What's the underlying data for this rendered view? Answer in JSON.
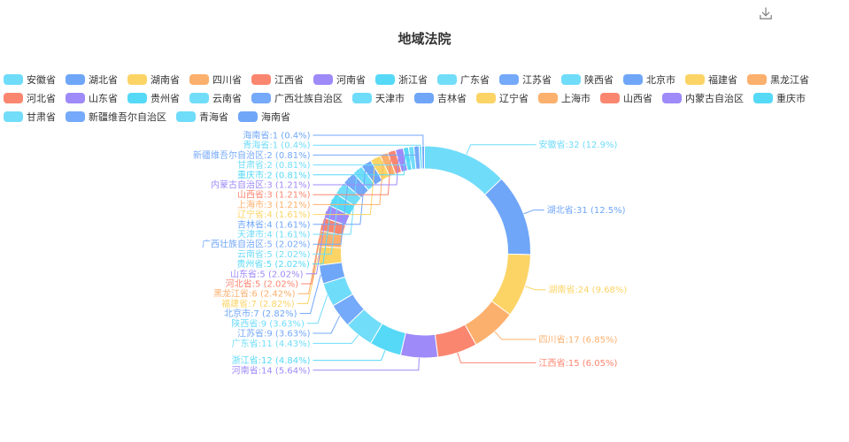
{
  "icons": {
    "download": "download-icon"
  },
  "chart_data": {
    "type": "pie",
    "donut": true,
    "title": "地域法院",
    "legend_position": "top",
    "palette": [
      "#6fdcfa",
      "#6fa6f8",
      "#fcd466",
      "#fcb06d",
      "#fb8670",
      "#9e8af8",
      "#56d9f7",
      "#72ddf9",
      "#75a9f9"
    ],
    "slices": [
      {
        "name": "安徽省",
        "value": 32,
        "percent": "12.9%"
      },
      {
        "name": "湖北省",
        "value": 31,
        "percent": "12.5%"
      },
      {
        "name": "湖南省",
        "value": 24,
        "percent": "9.68%"
      },
      {
        "name": "四川省",
        "value": 17,
        "percent": "6.85%"
      },
      {
        "name": "江西省",
        "value": 15,
        "percent": "6.05%"
      },
      {
        "name": "河南省",
        "value": 14,
        "percent": "5.64%"
      },
      {
        "name": "浙江省",
        "value": 12,
        "percent": "4.84%"
      },
      {
        "name": "广东省",
        "value": 11,
        "percent": "4.43%"
      },
      {
        "name": "江苏省",
        "value": 9,
        "percent": "3.63%"
      },
      {
        "name": "陕西省",
        "value": 9,
        "percent": "3.63%"
      },
      {
        "name": "北京市",
        "value": 7,
        "percent": "2.82%"
      },
      {
        "name": "福建省",
        "value": 7,
        "percent": "2.82%"
      },
      {
        "name": "黑龙江省",
        "value": 6,
        "percent": "2.42%"
      },
      {
        "name": "河北省",
        "value": 5,
        "percent": "2.02%"
      },
      {
        "name": "山东省",
        "value": 5,
        "percent": "2.02%"
      },
      {
        "name": "贵州省",
        "value": 5,
        "percent": "2.02%"
      },
      {
        "name": "云南省",
        "value": 5,
        "percent": "2.02%"
      },
      {
        "name": "广西壮族自治区",
        "value": 5,
        "percent": "2.02%"
      },
      {
        "name": "天津市",
        "value": 4,
        "percent": "1.61%"
      },
      {
        "name": "吉林省",
        "value": 4,
        "percent": "1.61%"
      },
      {
        "name": "辽宁省",
        "value": 4,
        "percent": "1.61%"
      },
      {
        "name": "上海市",
        "value": 3,
        "percent": "1.21%"
      },
      {
        "name": "山西省",
        "value": 3,
        "percent": "1.21%"
      },
      {
        "name": "内蒙古自治区",
        "value": 3,
        "percent": "1.21%"
      },
      {
        "name": "重庆市",
        "value": 2,
        "percent": "0.81%"
      },
      {
        "name": "甘肃省",
        "value": 2,
        "percent": "0.81%"
      },
      {
        "name": "新疆维吾尔自治区",
        "value": 2,
        "percent": "0.81%"
      },
      {
        "name": "青海省",
        "value": 1,
        "percent": "0.4%"
      },
      {
        "name": "海南省",
        "value": 1,
        "percent": "0.4%"
      }
    ]
  }
}
